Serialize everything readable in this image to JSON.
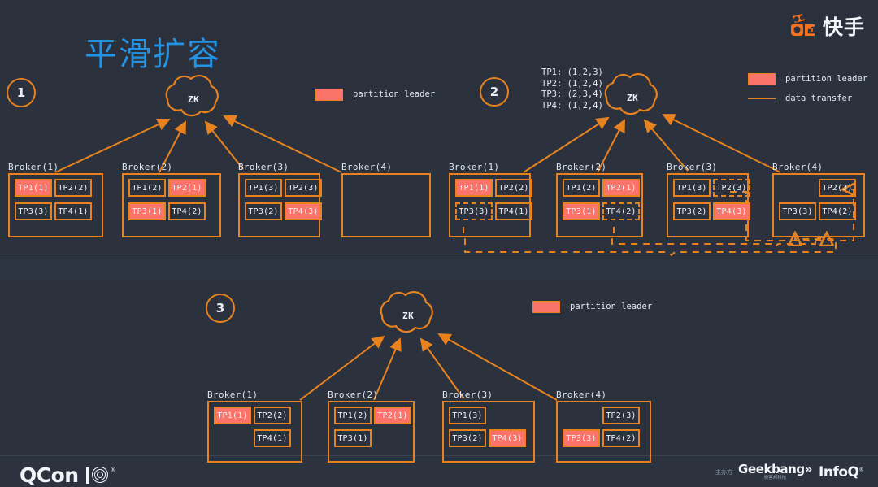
{
  "slide": {
    "title": "平滑扩容",
    "background_color": "#2b323e",
    "accent_color": "#e8821e",
    "leader_color": "#fb7369",
    "title_color": "#2493e4"
  },
  "brand": {
    "logo_name": "kuaishou-logo",
    "logo_text": "快手"
  },
  "footer": {
    "qcon_text": "QCon",
    "qcon_suffix": "IO",
    "qcon_tm": "®",
    "host_label": "主办方",
    "geekbang_main": "Geekbang»",
    "geekbang_sub": "极客邦科技",
    "infoq": "InfoQ",
    "infoq_sup": "®"
  },
  "legend": {
    "partition_leader": "partition leader",
    "data_transfer": "data transfer"
  },
  "panels": [
    {
      "step": "1",
      "zk_label": "ZK",
      "tp_list": null,
      "legend_rows": [
        "partition leader"
      ],
      "brokers": [
        {
          "label": "Broker(1)",
          "slots": [
            {
              "text": "TP1(1)",
              "state": "leader",
              "row": 0,
              "col": 0
            },
            {
              "text": "TP2(2)",
              "state": "normal",
              "row": 0,
              "col": 1
            },
            {
              "text": "TP3(3)",
              "state": "normal",
              "row": 1,
              "col": 0
            },
            {
              "text": "TP4(1)",
              "state": "normal",
              "row": 1,
              "col": 1
            }
          ]
        },
        {
          "label": "Broker(2)",
          "slots": [
            {
              "text": "TP1(2)",
              "state": "normal",
              "row": 0,
              "col": 0
            },
            {
              "text": "TP2(1)",
              "state": "leader",
              "row": 0,
              "col": 1
            },
            {
              "text": "TP3(1)",
              "state": "leader",
              "row": 1,
              "col": 0
            },
            {
              "text": "TP4(2)",
              "state": "normal",
              "row": 1,
              "col": 1
            }
          ]
        },
        {
          "label": "Broker(3)",
          "slots": [
            {
              "text": "TP1(3)",
              "state": "normal",
              "row": 0,
              "col": 0
            },
            {
              "text": "TP2(3)",
              "state": "normal",
              "row": 0,
              "col": 1
            },
            {
              "text": "TP3(2)",
              "state": "normal",
              "row": 1,
              "col": 0
            },
            {
              "text": "TP4(3)",
              "state": "leader",
              "row": 1,
              "col": 1
            }
          ]
        },
        {
          "label": "Broker(4)",
          "slots": []
        }
      ]
    },
    {
      "step": "2",
      "zk_label": "ZK",
      "tp_list": "TP1: (1,2,3)\nTP2: (1,2,4)\nTP3: (2,3,4)\nTP4: (1,2,4)",
      "legend_rows": [
        "partition leader",
        "data transfer"
      ],
      "brokers": [
        {
          "label": "Broker(1)",
          "slots": [
            {
              "text": "TP1(1)",
              "state": "leader",
              "row": 0,
              "col": 0
            },
            {
              "text": "TP2(2)",
              "state": "normal",
              "row": 0,
              "col": 1
            },
            {
              "text": "TP3(3)",
              "state": "ghost",
              "row": 1,
              "col": 0
            },
            {
              "text": "TP4(1)",
              "state": "normal",
              "row": 1,
              "col": 1
            }
          ]
        },
        {
          "label": "Broker(2)",
          "slots": [
            {
              "text": "TP1(2)",
              "state": "normal",
              "row": 0,
              "col": 0
            },
            {
              "text": "TP2(1)",
              "state": "leader",
              "row": 0,
              "col": 1
            },
            {
              "text": "TP3(1)",
              "state": "leader",
              "row": 1,
              "col": 0
            },
            {
              "text": "TP4(2)",
              "state": "ghost",
              "row": 1,
              "col": 1
            }
          ]
        },
        {
          "label": "Broker(3)",
          "slots": [
            {
              "text": "TP1(3)",
              "state": "normal",
              "row": 0,
              "col": 0
            },
            {
              "text": "TP2(3)",
              "state": "ghost",
              "row": 0,
              "col": 1
            },
            {
              "text": "TP3(2)",
              "state": "normal",
              "row": 1,
              "col": 0
            },
            {
              "text": "TP4(3)",
              "state": "leader",
              "row": 1,
              "col": 1
            }
          ]
        },
        {
          "label": "Broker(4)",
          "slots": [
            {
              "text": "TP2(3)",
              "state": "normal",
              "row": 0,
              "col": 1
            },
            {
              "text": "TP3(3)",
              "state": "normal",
              "row": 1,
              "col": 0
            },
            {
              "text": "TP4(2)",
              "state": "normal",
              "row": 1,
              "col": 1
            }
          ]
        }
      ]
    },
    {
      "step": "3",
      "zk_label": "ZK",
      "tp_list": null,
      "legend_rows": [
        "partition leader"
      ],
      "brokers": [
        {
          "label": "Broker(1)",
          "slots": [
            {
              "text": "TP1(1)",
              "state": "leader",
              "row": 0,
              "col": 0
            },
            {
              "text": "TP2(2)",
              "state": "normal",
              "row": 0,
              "col": 1
            },
            {
              "text": "TP4(1)",
              "state": "normal",
              "row": 1,
              "col": 1
            }
          ]
        },
        {
          "label": "Broker(2)",
          "slots": [
            {
              "text": "TP1(2)",
              "state": "normal",
              "row": 0,
              "col": 0
            },
            {
              "text": "TP2(1)",
              "state": "leader",
              "row": 0,
              "col": 1
            },
            {
              "text": "TP3(1)",
              "state": "normal",
              "row": 1,
              "col": 0
            }
          ]
        },
        {
          "label": "Broker(3)",
          "slots": [
            {
              "text": "TP1(3)",
              "state": "normal",
              "row": 0,
              "col": 0
            },
            {
              "text": "TP3(2)",
              "state": "normal",
              "row": 1,
              "col": 0
            },
            {
              "text": "TP4(3)",
              "state": "leader",
              "row": 1,
              "col": 1
            }
          ]
        },
        {
          "label": "Broker(4)",
          "slots": [
            {
              "text": "TP2(3)",
              "state": "normal",
              "row": 0,
              "col": 1
            },
            {
              "text": "TP3(3)",
              "state": "leader",
              "row": 1,
              "col": 0
            },
            {
              "text": "TP4(2)",
              "state": "normal",
              "row": 1,
              "col": 1
            }
          ]
        }
      ]
    }
  ]
}
